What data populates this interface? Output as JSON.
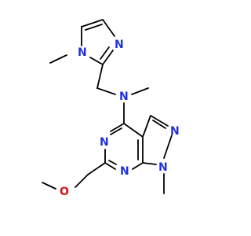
{
  "colors": {
    "carbon": "#000000",
    "nitrogen": "#1f30e0",
    "oxygen": "#e01010",
    "background": "#ffffff"
  },
  "atoms": {
    "n_imidazole_methyl": "N",
    "n_imidazole_ring": "N",
    "n_amine": "N",
    "n_pyrimidine_top": "N",
    "n_pyrimidine_bottom": "N",
    "n_pyrazole_right": "N",
    "n_pyrazole_methyl": "N",
    "o_methoxy": "O"
  }
}
